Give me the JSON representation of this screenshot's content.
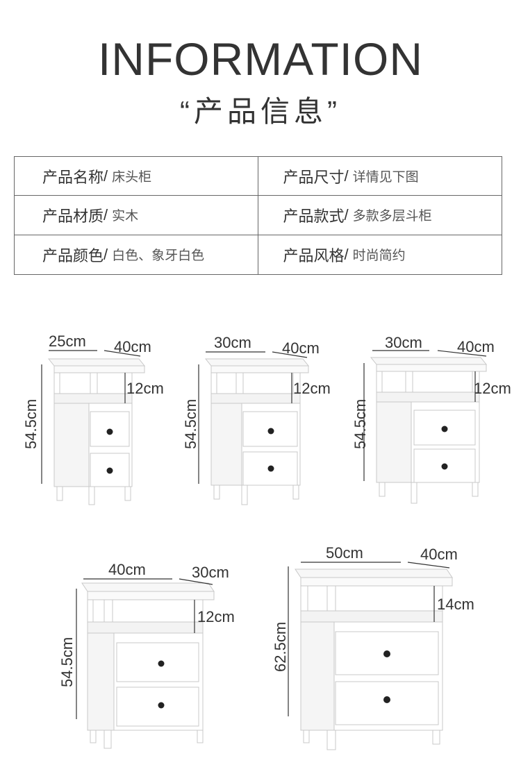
{
  "header": {
    "title": "INFORMATION",
    "subtitle": "“产品信息”"
  },
  "info_table": [
    {
      "left_label": "产品名称",
      "left_value": "床头柜",
      "right_label": "产品尺寸",
      "right_value": "详情见下图"
    },
    {
      "left_label": "产品材质",
      "left_value": "实木",
      "right_label": "产品款式",
      "right_value": "多款多层斗柜"
    },
    {
      "left_label": "产品颜色",
      "left_value": "白色、象牙白色",
      "right_label": "产品风格",
      "right_value": "时尚简约"
    }
  ],
  "separator": "/",
  "products": [
    {
      "width": "25cm",
      "depth": "40cm",
      "gap": "12cm",
      "height": "54.5cm"
    },
    {
      "width": "30cm",
      "depth": "40cm",
      "gap": "12cm",
      "height": "54.5cm"
    },
    {
      "width": "30cm",
      "depth": "40cm",
      "gap": "12cm",
      "height": "54.5cm"
    },
    {
      "width": "40cm",
      "depth": "30cm",
      "gap": "12cm",
      "height": "54.5cm"
    },
    {
      "width": "50cm",
      "depth": "40cm",
      "gap": "14cm",
      "height": "62.5cm"
    }
  ],
  "colors": {
    "text": "#333333",
    "border": "#666666",
    "furniture": "#ffffff",
    "knob": "#222222"
  }
}
